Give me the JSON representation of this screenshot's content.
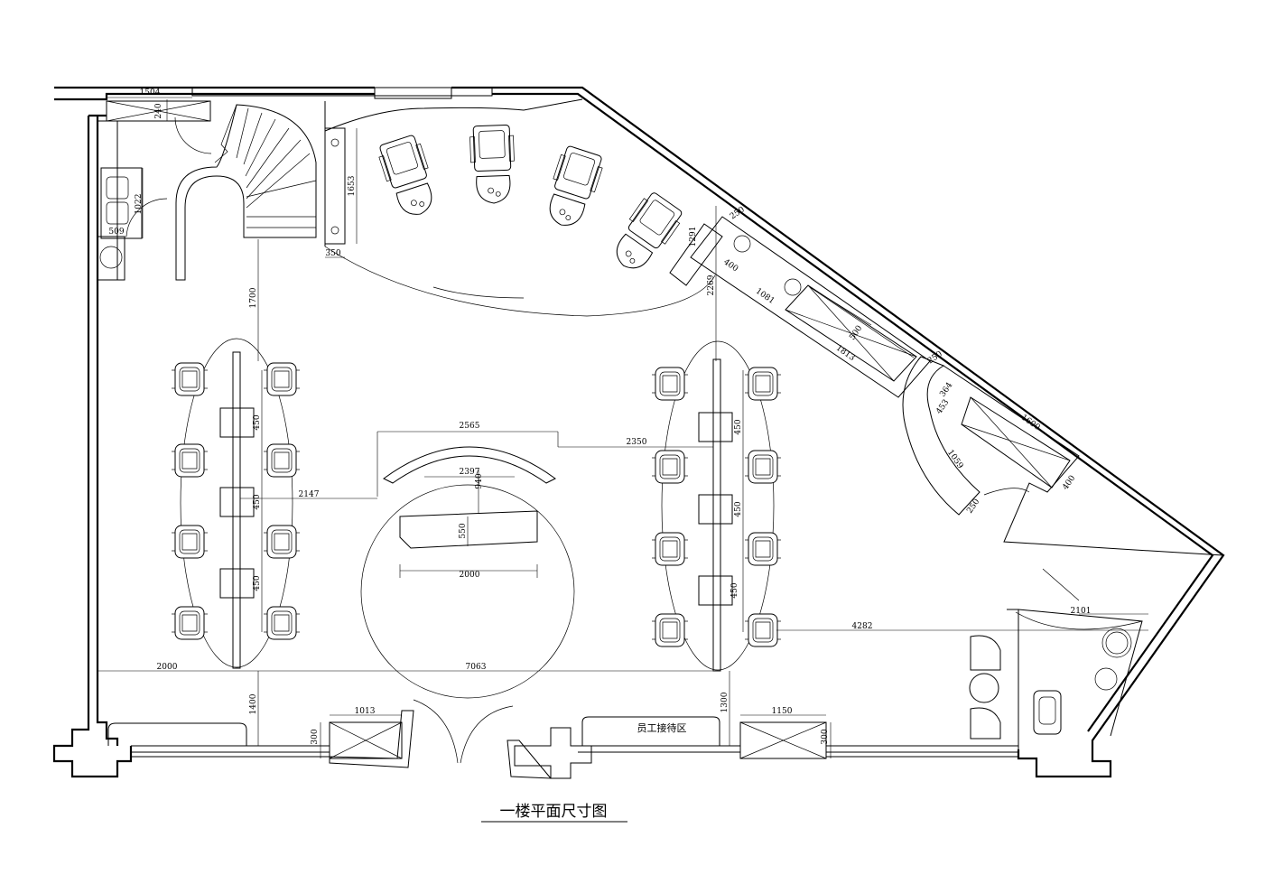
{
  "title": "一楼平面尺寸图",
  "room_label": "员工接待区",
  "dimensions": {
    "d1504": "1504",
    "d240": "240",
    "d1022": "1022",
    "d509": "509",
    "d1653": "1653",
    "d350": "350",
    "d1700": "1700",
    "d250a": "250",
    "d1291": "1291",
    "d400a": "400",
    "d2269": "2269",
    "d1081": "1081",
    "d500": "500",
    "d1813": "1813",
    "d250b": "250",
    "d364": "364",
    "d453": "453",
    "d1600": "1600",
    "d1059": "1059",
    "d250c": "250",
    "d400b": "400",
    "d2565": "2565",
    "d2350": "2350",
    "d2397": "2397",
    "d940": "940",
    "d550": "550",
    "d2000a": "2000",
    "d2147": "2147",
    "d450a": "450",
    "d450b": "450",
    "d450c": "450",
    "d450d": "450",
    "d450e": "450",
    "d450f": "450",
    "d2000b": "2000",
    "d7063": "7063",
    "d4282": "4282",
    "d2101": "2101",
    "d1400": "1400",
    "d1300": "1300",
    "d1013": "1013",
    "d300a": "300",
    "d1150": "1150",
    "d300b": "300"
  }
}
